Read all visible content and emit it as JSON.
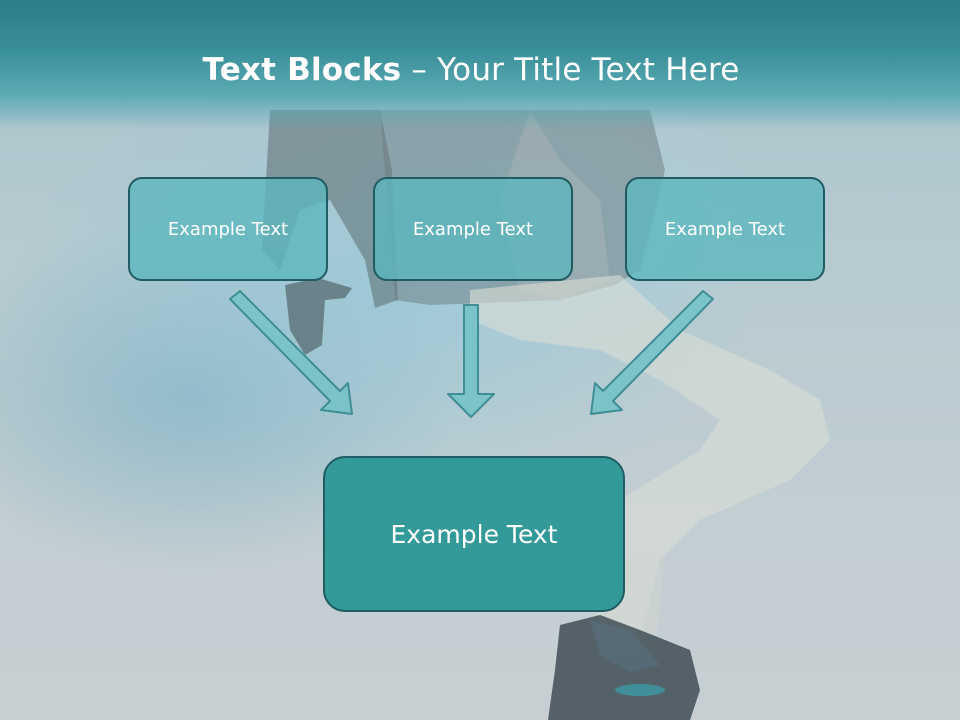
{
  "slide": {
    "title_bold": "Text Blocks",
    "title_dash": " – ",
    "title_rest": "Your Title Text Here"
  },
  "blocks": [
    {
      "text": "Example Text"
    },
    {
      "text": "Example Text"
    },
    {
      "text": "Example Text"
    }
  ],
  "target_block": {
    "text": "Example Text"
  },
  "colors": {
    "title_bar": "#3a909a",
    "block_fill": "#5cb7be",
    "target_fill": "#349a99",
    "border": "#1f5c63",
    "arrow_fill": "#7ac3c8"
  }
}
